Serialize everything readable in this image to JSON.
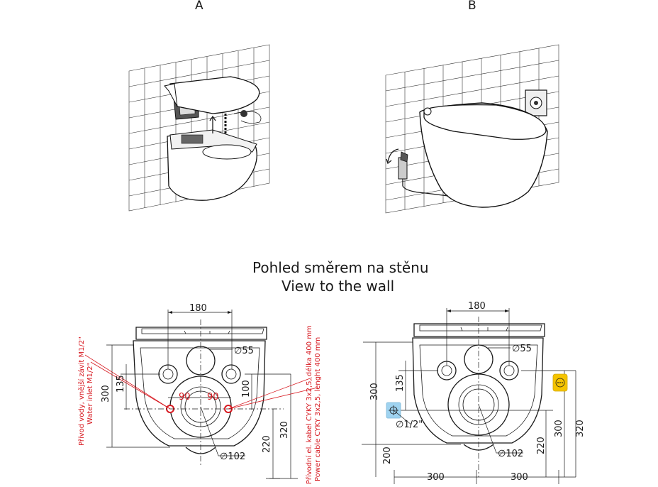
{
  "labels": {
    "a": "A",
    "b": "B",
    "title_cz": "Pohled směrem na stěnu",
    "title_en": "View to the wall"
  },
  "left": {
    "d180": "180",
    "d55": "∅55",
    "d300": "300",
    "d135": "135",
    "d90a": "90",
    "d90b": "90",
    "d100": "100",
    "d102": "∅102",
    "d220": "220",
    "d320": "320",
    "water_cz": "Přívod vody, vnější závit M1/2\"",
    "water_en": "Water inlet M1/2\"",
    "cable_cz": "Přívodní el. kabel CYKY 3x2,5, délka 400 mm",
    "cable_en": "Power cable CYKY 3x2,5, lenght 400 mm"
  },
  "right": {
    "d180": "180",
    "d55": "∅55",
    "d300": "300",
    "d135": "135",
    "d12": "∅1/2\"",
    "d200": "200",
    "d102": "∅102",
    "d220": "220",
    "d300v": "300",
    "d320": "320",
    "d300h1": "300",
    "d300h2": "300"
  },
  "colors": {
    "red": "#d71920",
    "water_marker": "#9fd3f0",
    "power_marker": "#f5c400"
  }
}
